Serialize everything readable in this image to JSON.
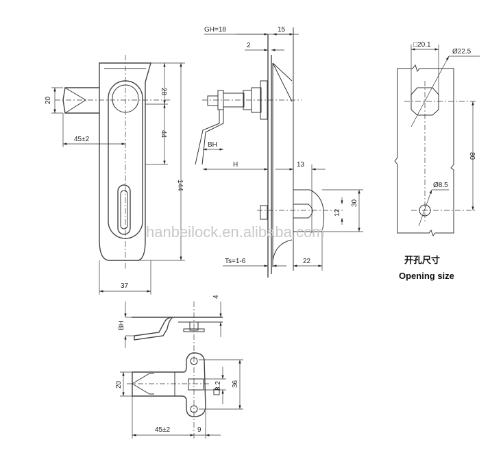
{
  "front_view": {
    "dims": {
      "tongue_height": "20",
      "top": "28",
      "slot": "44",
      "total_height": "144",
      "tongue_length": "45±2",
      "width": "37"
    }
  },
  "side_view": {
    "dims": {
      "gh": "GH=18",
      "depth": "15",
      "plate": "2",
      "bh": "BH",
      "h": "H",
      "offset": "13",
      "height_30": "30",
      "slot_12": "12",
      "cam_22": "22",
      "ts": "Ts=1-6"
    }
  },
  "opening_size": {
    "square": "□20.1",
    "diameter_large": "Ø22.5",
    "spacing": "80",
    "diameter_small": "Ø8.5",
    "caption_cn": "开孔尺寸",
    "caption_en": "Opening size"
  },
  "bottom_side_view": {
    "dims": {
      "thickness": "4",
      "bh": "BH"
    }
  },
  "bottom_top_view": {
    "dims": {
      "tongue_height": "20",
      "square": "8.2",
      "hole_spacing": "36",
      "tongue_length": "45±2",
      "offset": "9"
    }
  },
  "watermark": "hanbeilock.en.alibaba.com"
}
